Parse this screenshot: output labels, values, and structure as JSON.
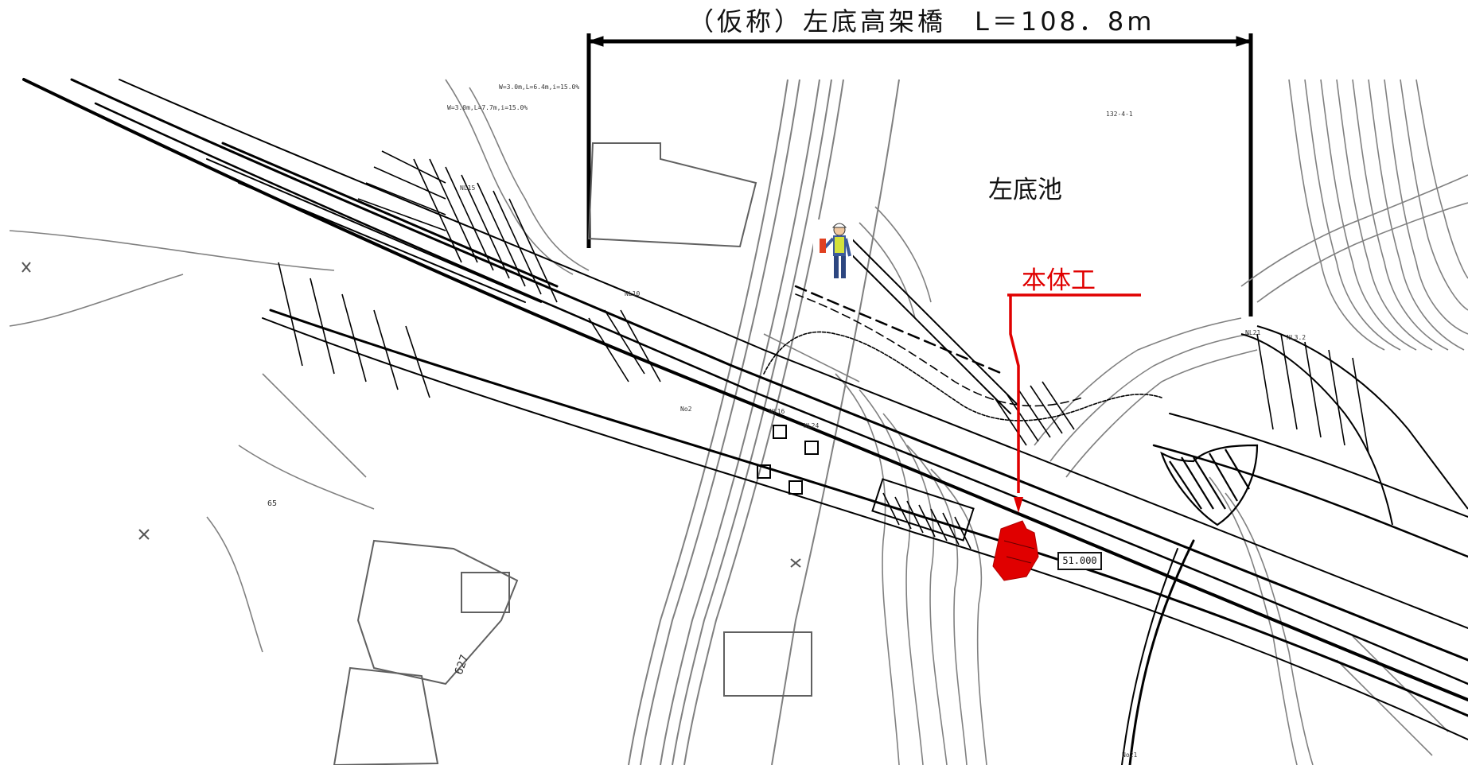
{
  "bridge": {
    "title": "（仮称）左底高架橋　L＝108．8m"
  },
  "pond": {
    "name": "左底池"
  },
  "main_work": {
    "label": "本体工",
    "color": "#e00000"
  },
  "station": {
    "value": "51.000"
  },
  "notes": {
    "ramp1": "W=3.0m,L=6.4m,i=15.0%",
    "ramp2": "W=3.0m,L=7.7m,i=15.0%",
    "nl15": "NL15",
    "nl10": "NL10",
    "nl21": "NL21",
    "nl32": "NL3.2",
    "nl24": "NL24",
    "nl16": "NL16",
    "no21": "No21",
    "no2": "No2",
    "num627": "627",
    "num65": "65",
    "parcel_right": "132-4-1"
  },
  "colors": {
    "map_lines": "#808080",
    "road_lines": "#000000",
    "highlight": "#e00000"
  }
}
